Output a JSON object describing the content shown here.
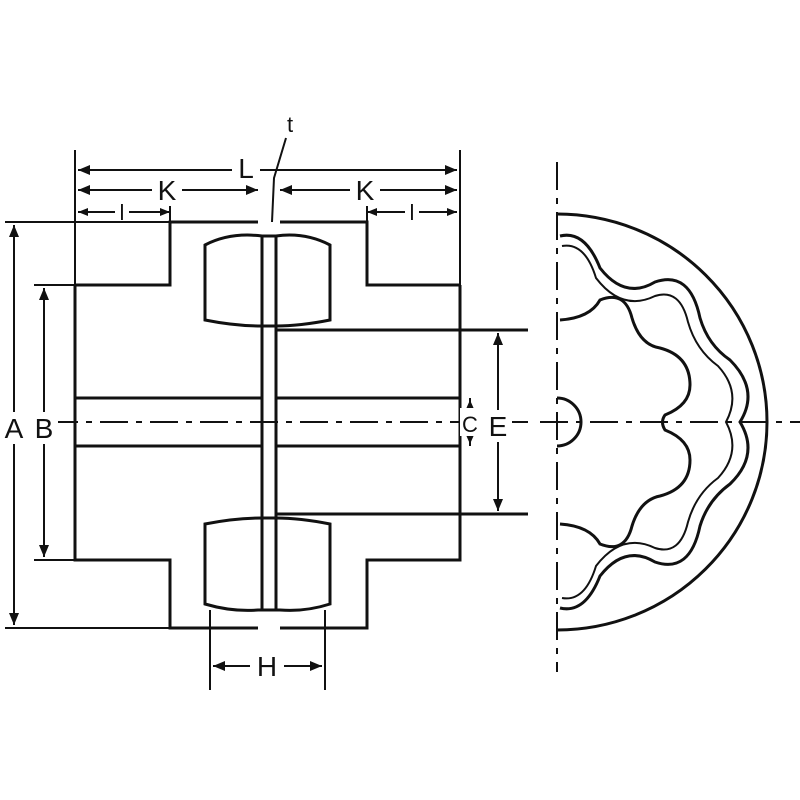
{
  "labels": {
    "A": "A",
    "B": "B",
    "C": "C",
    "E": "E",
    "H": "H",
    "K_left": "K",
    "K_right": "K",
    "L": "L",
    "l_left": "l",
    "l_right": "l",
    "t": "t"
  }
}
